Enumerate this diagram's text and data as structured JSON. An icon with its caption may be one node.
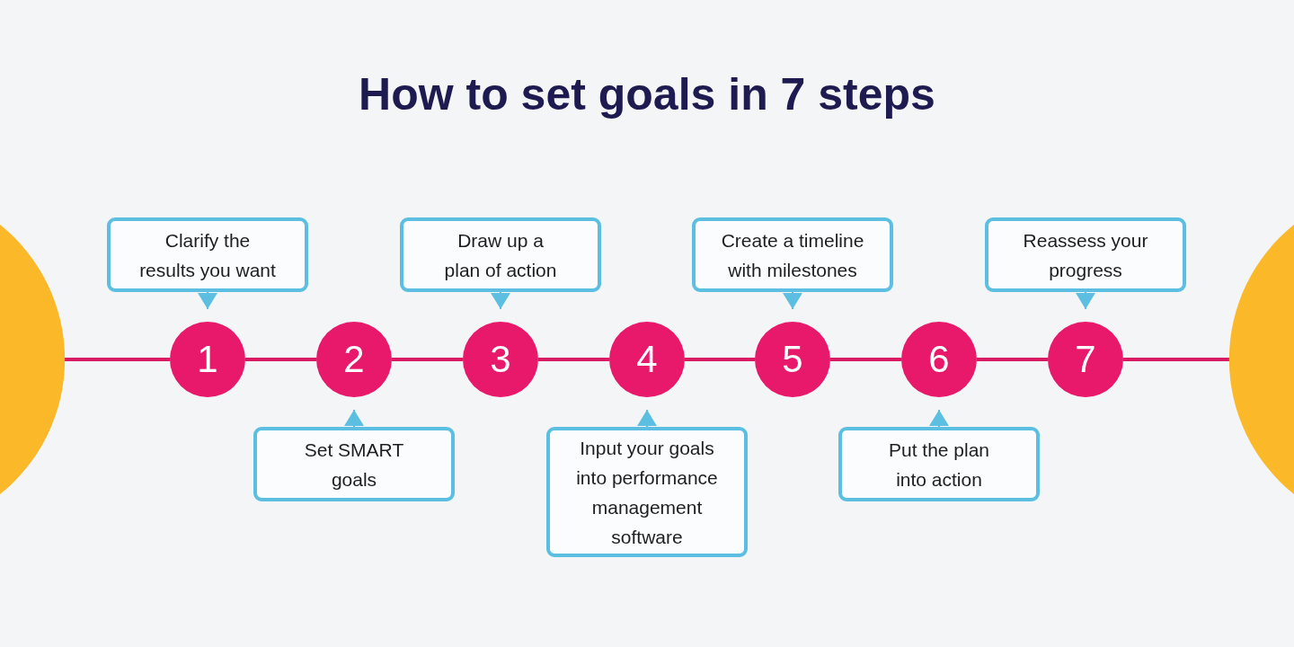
{
  "diagram": {
    "title": "How to set goals in 7 steps",
    "nodes": [
      {
        "text": [],
        "shape": "circle"
      },
      {
        "text": [
          "1"
        ]
      },
      {
        "text": [
          "2"
        ]
      },
      {
        "text": [
          "3"
        ]
      },
      {
        "text": [
          "4"
        ]
      },
      {
        "text": [
          "5"
        ]
      },
      {
        "text": [
          "6"
        ]
      },
      {
        "text": [
          "7"
        ]
      },
      {
        "text": [
          "Clarify the results you want"
        ]
      },
      {
        "text": [
          "Set SMART goals"
        ]
      },
      {
        "text": [
          "Draw up a plan of action"
        ]
      },
      {
        "text": [
          "Input your goals into performance management software"
        ]
      },
      {
        "text": [
          "Create a timeline with milestones"
        ]
      },
      {
        "text": [
          "Put the plan into action"
        ]
      },
      {
        "text": [
          "Reassess your progress"
        ]
      },
      {
        "text": [],
        "shape": "circle"
      }
    ],
    "edges": [
      {
        "from": 0,
        "to": 1,
        "arrow": "none"
      },
      {
        "from": 1,
        "to": 2,
        "arrow": "none"
      },
      {
        "from": 2,
        "to": 3,
        "arrow": "none"
      },
      {
        "from": 3,
        "to": 4,
        "arrow": "none"
      },
      {
        "from": 4,
        "to": 5,
        "arrow": "none"
      },
      {
        "from": 5,
        "to": 6,
        "arrow": "none"
      },
      {
        "from": 6,
        "to": 7,
        "arrow": "none"
      },
      {
        "from": 7,
        "to": 15,
        "arrow": "none"
      },
      {
        "from": 8,
        "to": 1,
        "arrow": "to",
        "color": "#5cbfe2"
      },
      {
        "from": 9,
        "to": 2,
        "arrow": "to",
        "color": "#5cbfe2"
      },
      {
        "from": 10,
        "to": 3,
        "arrow": "to",
        "color": "#5cbfe2"
      },
      {
        "from": 11,
        "to": 4,
        "arrow": "to",
        "color": "#5cbfe2"
      },
      {
        "from": 12,
        "to": 5,
        "arrow": "to",
        "color": "#5cbfe2"
      },
      {
        "from": 13,
        "to": 6,
        "arrow": "to",
        "color": "#5cbfe2"
      },
      {
        "from": 14,
        "to": 7,
        "arrow": "to",
        "color": "#5cbfe2"
      }
    ]
  }
}
